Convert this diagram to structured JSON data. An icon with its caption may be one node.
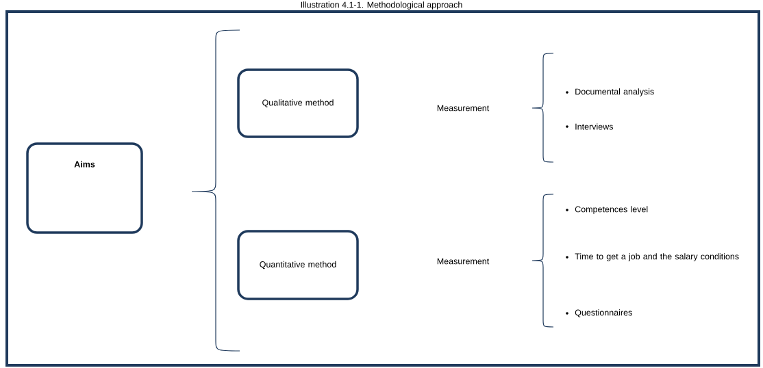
{
  "diagram": {
    "title": "Illustration 4.1-1. Methodological approach",
    "nodes": [
      {
        "text": [
          "Aims"
        ]
      },
      {
        "text": [
          "Qualitative method"
        ]
      },
      {
        "text": [
          "Quantitative method"
        ]
      }
    ],
    "edges": [],
    "labels": [
      "Measurement",
      "Documental analysis",
      "Interviews",
      "Measurement",
      "Competences level",
      "Time to get a job and the salary conditions",
      "Questionnaires"
    ]
  }
}
